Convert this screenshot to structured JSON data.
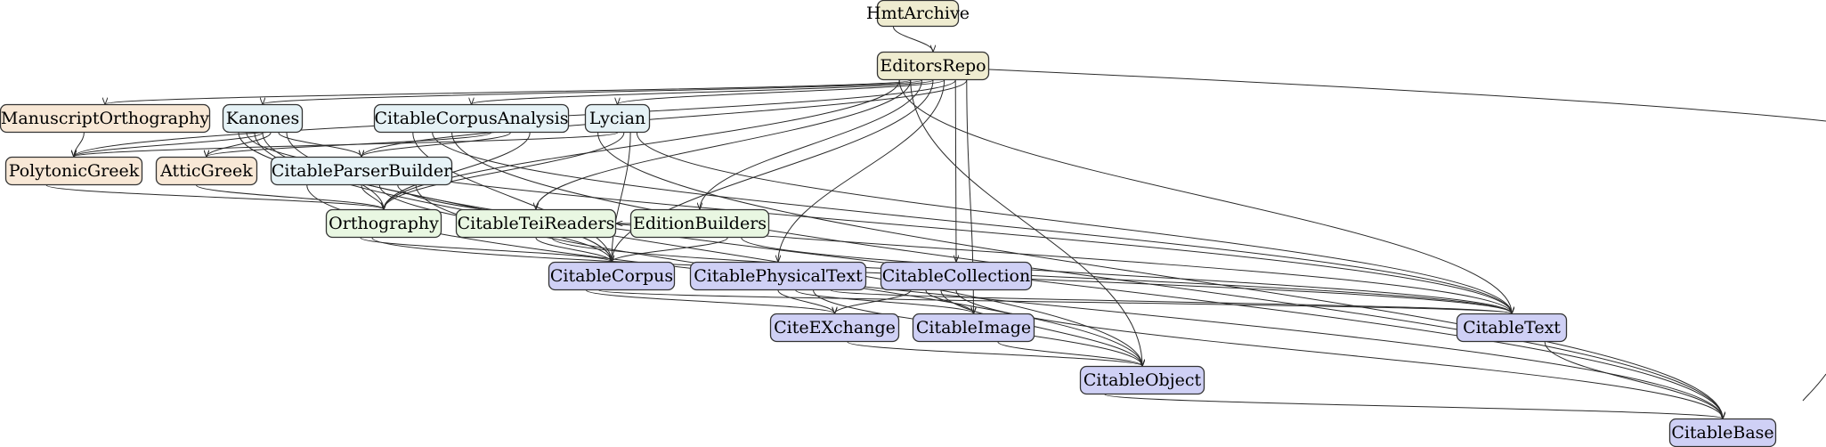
{
  "colors": {
    "top": "#efecd0",
    "orthography": "#f8e8d6",
    "analysis": "#e6f2f6",
    "editions": "#e9f7e2",
    "core": "#cfd0f5",
    "stroke": "#333333"
  },
  "nodes": [
    {
      "id": "HmtArchive",
      "label": "HmtArchive",
      "group": "top"
    },
    {
      "id": "EditorsRepo",
      "label": "EditorsRepo",
      "group": "top"
    },
    {
      "id": "ManuscriptOrthography",
      "label": "ManuscriptOrthography",
      "group": "orthography"
    },
    {
      "id": "Kanones",
      "label": "Kanones",
      "group": "analysis"
    },
    {
      "id": "CitableCorpusAnalysis",
      "label": "CitableCorpusAnalysis",
      "group": "analysis"
    },
    {
      "id": "Lycian",
      "label": "Lycian",
      "group": "analysis"
    },
    {
      "id": "PolytonicGreek",
      "label": "PolytonicGreek",
      "group": "orthography"
    },
    {
      "id": "AtticGreek",
      "label": "AtticGreek",
      "group": "orthography"
    },
    {
      "id": "CitableParserBuilder",
      "label": "CitableParserBuilder",
      "group": "analysis"
    },
    {
      "id": "Orthography",
      "label": "Orthography",
      "group": "editions"
    },
    {
      "id": "CitableTeiReaders",
      "label": "CitableTeiReaders",
      "group": "editions"
    },
    {
      "id": "EditionBuilders",
      "label": "EditionBuilders",
      "group": "editions"
    },
    {
      "id": "CitableCorpus",
      "label": "CitableCorpus",
      "group": "core"
    },
    {
      "id": "CitablePhysicalText",
      "label": "CitablePhysicalText",
      "group": "core"
    },
    {
      "id": "CitableCollection",
      "label": "CitableCollection",
      "group": "core"
    },
    {
      "id": "CiteEXchange",
      "label": "CiteEXchange",
      "group": "core"
    },
    {
      "id": "CitableImage",
      "label": "CitableImage",
      "group": "core"
    },
    {
      "id": "CitableText",
      "label": "CitableText",
      "group": "core"
    },
    {
      "id": "CitableObject",
      "label": "CitableObject",
      "group": "core"
    },
    {
      "id": "CitableBase",
      "label": "CitableBase",
      "group": "core"
    }
  ],
  "edges": [
    [
      "HmtArchive",
      "EditorsRepo"
    ],
    [
      "EditorsRepo",
      "ManuscriptOrthography"
    ],
    [
      "EditorsRepo",
      "Kanones"
    ],
    [
      "EditorsRepo",
      "CitableCorpusAnalysis"
    ],
    [
      "EditorsRepo",
      "Lycian"
    ],
    [
      "EditorsRepo",
      "PolytonicGreek"
    ],
    [
      "EditorsRepo",
      "CitableParserBuilder"
    ],
    [
      "EditorsRepo",
      "Orthography"
    ],
    [
      "EditorsRepo",
      "CitableTeiReaders"
    ],
    [
      "EditorsRepo",
      "EditionBuilders"
    ],
    [
      "EditorsRepo",
      "CitableCorpus"
    ],
    [
      "EditorsRepo",
      "CitablePhysicalText"
    ],
    [
      "EditorsRepo",
      "CitableCollection"
    ],
    [
      "EditorsRepo",
      "CitableImage"
    ],
    [
      "EditorsRepo",
      "CitableText"
    ],
    [
      "EditorsRepo",
      "CitableObject"
    ],
    [
      "ManuscriptOrthography",
      "PolytonicGreek"
    ],
    [
      "Kanones",
      "PolytonicGreek"
    ],
    [
      "Kanones",
      "AtticGreek"
    ],
    [
      "Kanones",
      "CitableParserBuilder"
    ],
    [
      "Kanones",
      "Orthography"
    ],
    [
      "Kanones",
      "CitableCorpus"
    ],
    [
      "Kanones",
      "CitableText"
    ],
    [
      "Kanones",
      "CitableObject"
    ],
    [
      "Kanones",
      "CitableBase"
    ],
    [
      "CitableCorpusAnalysis",
      "AtticGreek"
    ],
    [
      "CitableCorpusAnalysis",
      "CitableParserBuilder"
    ],
    [
      "CitableCorpusAnalysis",
      "Orthography"
    ],
    [
      "CitableCorpusAnalysis",
      "CitableCorpus"
    ],
    [
      "CitableCorpusAnalysis",
      "CitableText"
    ],
    [
      "CitableCorpusAnalysis",
      "CitableBase"
    ],
    [
      "Lycian",
      "PolytonicGreek"
    ],
    [
      "Lycian",
      "Orthography"
    ],
    [
      "Lycian",
      "CitableCorpus"
    ],
    [
      "Lycian",
      "CitableText"
    ],
    [
      "Lycian",
      "CitableBase"
    ],
    [
      "PolytonicGreek",
      "Orthography"
    ],
    [
      "AtticGreek",
      "Orthography"
    ],
    [
      "CitableParserBuilder",
      "Orthography"
    ],
    [
      "CitableParserBuilder",
      "CitableCorpus"
    ],
    [
      "CitableParserBuilder",
      "CitableText"
    ],
    [
      "CitableParserBuilder",
      "CitableObject"
    ],
    [
      "CitableParserBuilder",
      "CitableBase"
    ],
    [
      "Orthography",
      "CitableCorpus"
    ],
    [
      "Orthography",
      "CitableText"
    ],
    [
      "CitableTeiReaders",
      "CitableCorpus"
    ],
    [
      "CitableTeiReaders",
      "CitableText"
    ],
    [
      "EditionBuilders",
      "CitableCorpus"
    ],
    [
      "EditionBuilders",
      "CitableText"
    ],
    [
      "EditionBuilders",
      "CitableTeiReaders"
    ],
    [
      "CitableCorpus",
      "CiteEXchange"
    ],
    [
      "CitableCorpus",
      "CitableText"
    ],
    [
      "CitablePhysicalText",
      "CiteEXchange"
    ],
    [
      "CitablePhysicalText",
      "CitableImage"
    ],
    [
      "CitablePhysicalText",
      "CitableObject"
    ],
    [
      "CitablePhysicalText",
      "CitableText"
    ],
    [
      "CitableCollection",
      "CiteEXchange"
    ],
    [
      "CitableCollection",
      "CitableImage"
    ],
    [
      "CitableCollection",
      "CitableObject"
    ],
    [
      "CitableCollection",
      "CitableBase"
    ],
    [
      "CiteEXchange",
      "CitableObject"
    ],
    [
      "CitableImage",
      "CitableObject"
    ],
    [
      "CitableText",
      "CitableBase"
    ],
    [
      "CitableObject",
      "CitableBase"
    ]
  ]
}
